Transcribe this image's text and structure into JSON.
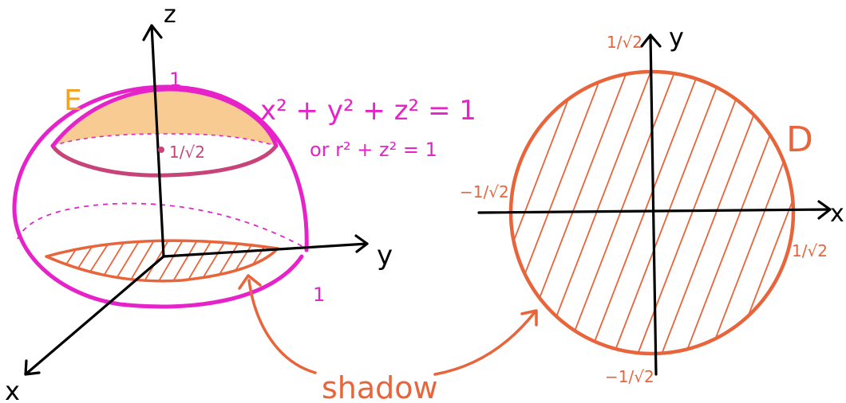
{
  "colors": {
    "magenta": "#e623c8",
    "orange": "#e8643a",
    "cap_fill": "#f8cb93",
    "cap_rim": "#c7447a",
    "label_E": "#f2a322",
    "axis": "#000000"
  },
  "left": {
    "axis_z": "z",
    "axis_y": "y",
    "axis_x": "x",
    "label_E": "E",
    "tick_z_top": "1",
    "tick_y_end": "1",
    "cap_point": "1/√2",
    "equation_main": "x² + y² + z² = 1",
    "equation_alt": "or r² + z² = 1"
  },
  "right": {
    "axis_y": "y",
    "axis_x": "x",
    "label_D": "D",
    "tick_top": "1/√2",
    "tick_bottom": "−1/√2",
    "tick_left": "−1/√2",
    "tick_right": "1/√2"
  },
  "annotation": {
    "shadow_label": "shadow"
  }
}
